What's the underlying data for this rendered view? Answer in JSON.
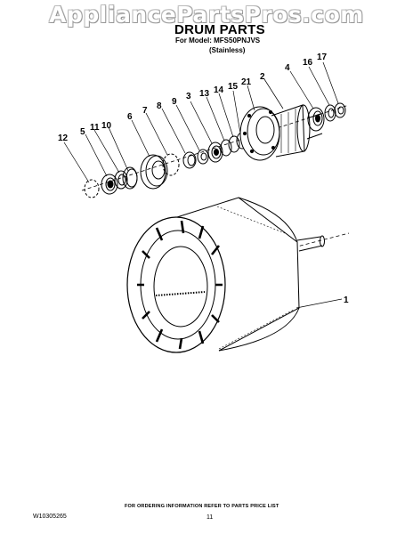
{
  "header": {
    "watermark": "AppliancePartsPros.com",
    "title": "DRUM PARTS",
    "model_line": "For Model: MFS50PNJVS",
    "variant": "(Stainless)"
  },
  "callouts": [
    {
      "id": "c1",
      "label": "1"
    },
    {
      "id": "c2",
      "label": "2"
    },
    {
      "id": "c3",
      "label": "3"
    },
    {
      "id": "c4",
      "label": "4"
    },
    {
      "id": "c5",
      "label": "5"
    },
    {
      "id": "c6",
      "label": "6"
    },
    {
      "id": "c7",
      "label": "7"
    },
    {
      "id": "c8",
      "label": "8"
    },
    {
      "id": "c9",
      "label": "9"
    },
    {
      "id": "c10",
      "label": "10"
    },
    {
      "id": "c11",
      "label": "11"
    },
    {
      "id": "c12",
      "label": "12"
    },
    {
      "id": "c13",
      "label": "13"
    },
    {
      "id": "c14",
      "label": "14"
    },
    {
      "id": "c15",
      "label": "15"
    },
    {
      "id": "c16",
      "label": "16"
    },
    {
      "id": "c17",
      "label": "17"
    },
    {
      "id": "c21",
      "label": "21"
    }
  ],
  "footer": {
    "ordering_note": "FOR ORDERING INFORMATION REFER TO PARTS PRICE LIST",
    "document_number": "W10305265",
    "page_number": "11"
  }
}
